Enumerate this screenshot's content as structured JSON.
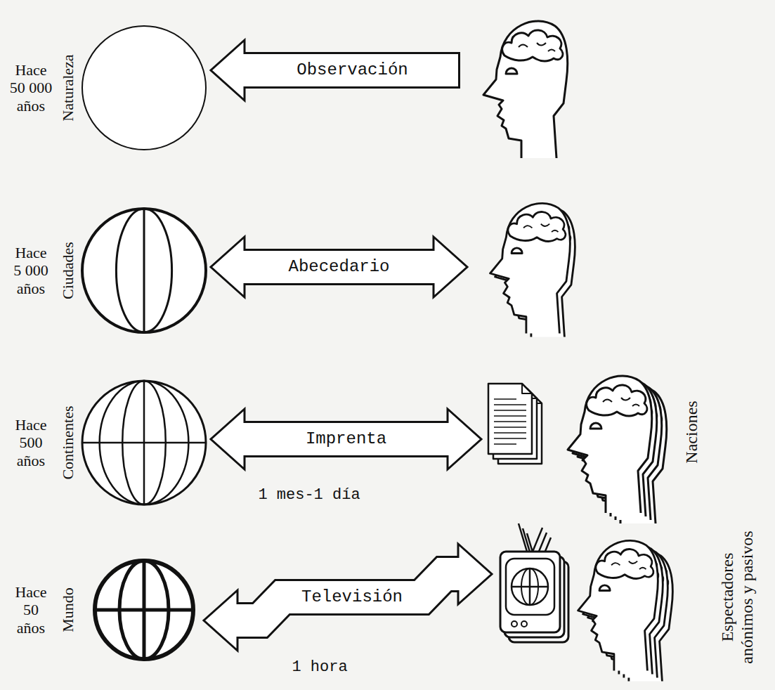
{
  "diagram": {
    "nodes": [
      {
        "text": [
          "Naturaleza"
        ]
      },
      {
        "text": [
          "Observación"
        ]
      },
      {
        "text": [
          "Ciudades"
        ]
      },
      {
        "text": [
          "Abecedario"
        ]
      },
      {
        "text": [
          "Continentes"
        ]
      },
      {
        "text": [
          "Imprenta"
        ]
      },
      {
        "text": [
          "Mundo"
        ]
      },
      {
        "text": [
          "Televisión"
        ]
      }
    ],
    "labels": [
      "Hace 50 000 años",
      "Hace 5 000 años",
      "Hace 500 años",
      "1 mes-1 día",
      "Naciones",
      "Hace 50 años",
      "1 hora",
      "Espectadores anónimos y pasivos"
    ]
  }
}
